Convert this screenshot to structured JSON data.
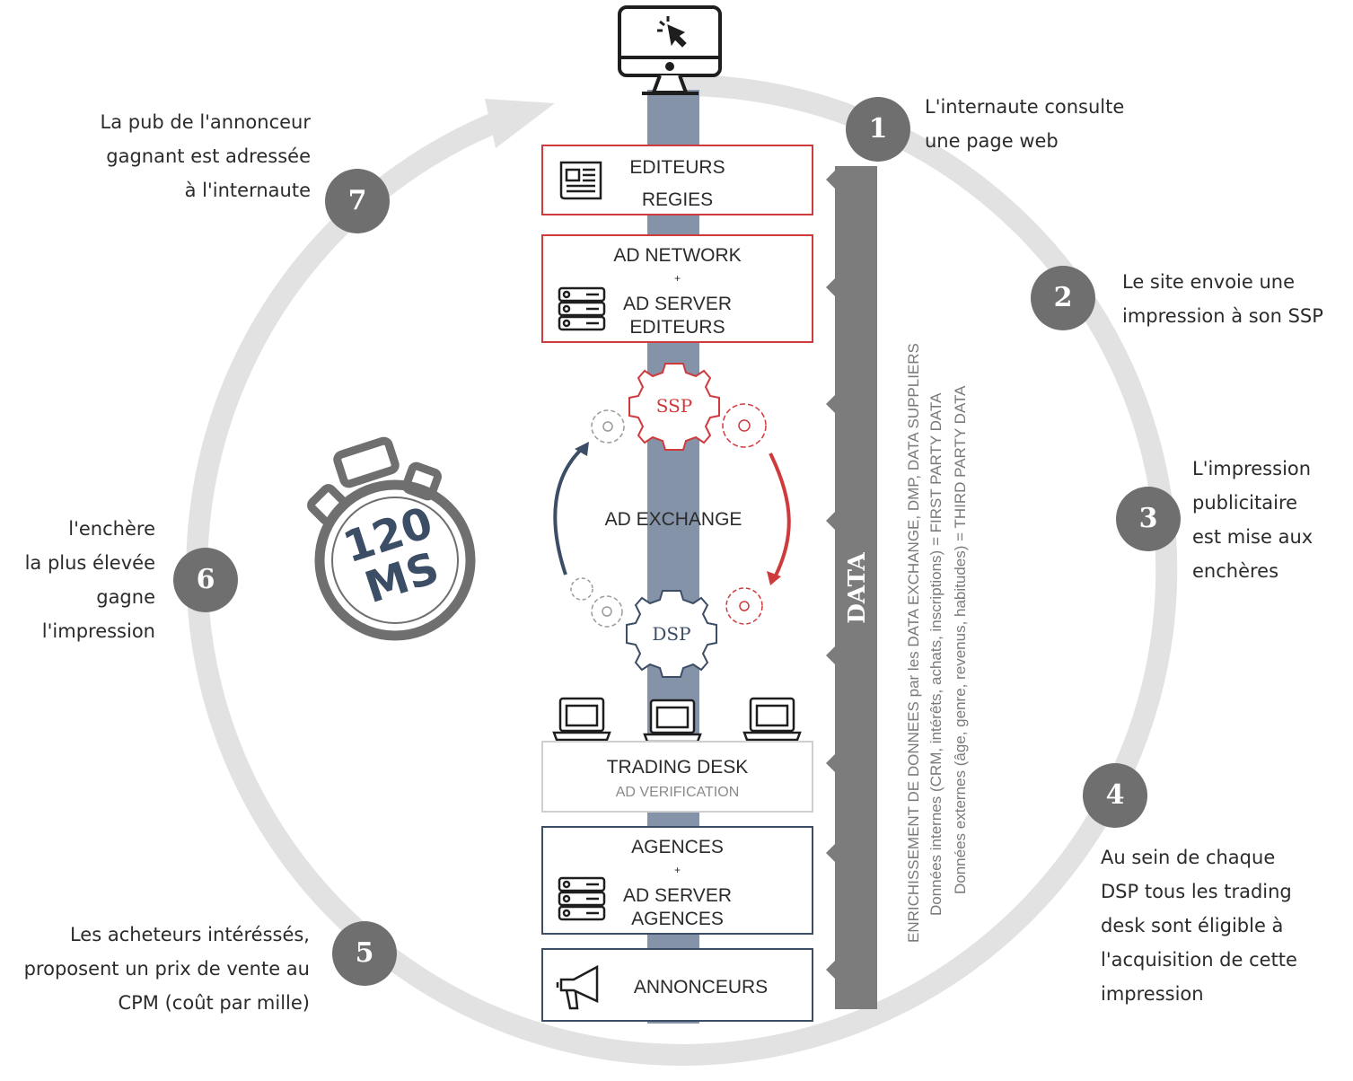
{
  "steps": [
    {
      "number": "1",
      "lines": [
        "L'internaute consulte",
        "une page web"
      ]
    },
    {
      "number": "2",
      "lines": [
        "Le site envoie une",
        "impression à son SSP"
      ]
    },
    {
      "number": "3",
      "lines": [
        "L'impression",
        "publicitaire",
        "est mise aux",
        "enchères"
      ]
    },
    {
      "number": "4",
      "lines": [
        "Au sein de chaque",
        "DSP tous les trading",
        "desk sont éligible à",
        "l'acquisition de cette",
        "impression"
      ]
    },
    {
      "number": "5",
      "lines": [
        "Les acheteurs intéréssés,",
        "proposent un prix de vente au",
        "CPM (coût par mille)"
      ]
    },
    {
      "number": "6",
      "lines": [
        "l'enchère",
        "la plus élevée",
        "gagne",
        "l'impression"
      ]
    },
    {
      "number": "7",
      "lines": [
        "La pub de l'annonceur",
        "gagnant est adressée",
        "à l'internaute"
      ]
    }
  ],
  "boxes": {
    "editeurs": {
      "line1": "EDITEURS",
      "line2": "REGIES"
    },
    "adnetwork": {
      "line1": "AD NETWORK",
      "plus": "+",
      "line2": "AD SERVER",
      "line3": "EDITEURS"
    },
    "trading": {
      "line1": "TRADING DESK",
      "line2": "AD VERIFICATION"
    },
    "agences": {
      "line1": "AGENCES",
      "plus": "+",
      "line2": "AD SERVER",
      "line3": "AGENCES"
    },
    "annonceurs": {
      "line1": "ANNONCEURS"
    }
  },
  "exchange": {
    "ssp": "SSP",
    "center": "AD EXCHANGE",
    "dsp": "DSP"
  },
  "timer": {
    "line1": "120",
    "line2": "MS"
  },
  "data_bar": {
    "label": "DATA",
    "line1": "ENRICHISSEMENT DE DONNEES par les DATA EXCHANGE, DMP, DATA SUPPLIERS",
    "line2": "Données internes (CRM, intérêts, achats, inscriptions) = FIRST PARTY DATA",
    "line3": "Données externes (âge, genre, revenus, habitudes) = THIRD PARTY DATA"
  },
  "colors": {
    "red": "#cf3a3d",
    "navy": "#3c4d66",
    "grey": "#6f6f6f",
    "ring": "#e2e2e2",
    "spine": "#8593a8",
    "bar": "#7c7c7c"
  },
  "icons": [
    "monitor-cursor-icon",
    "newspaper-icon",
    "server-icon",
    "gear-icon",
    "laptop-chart-icon",
    "megaphone-icon",
    "stopwatch-icon"
  ]
}
